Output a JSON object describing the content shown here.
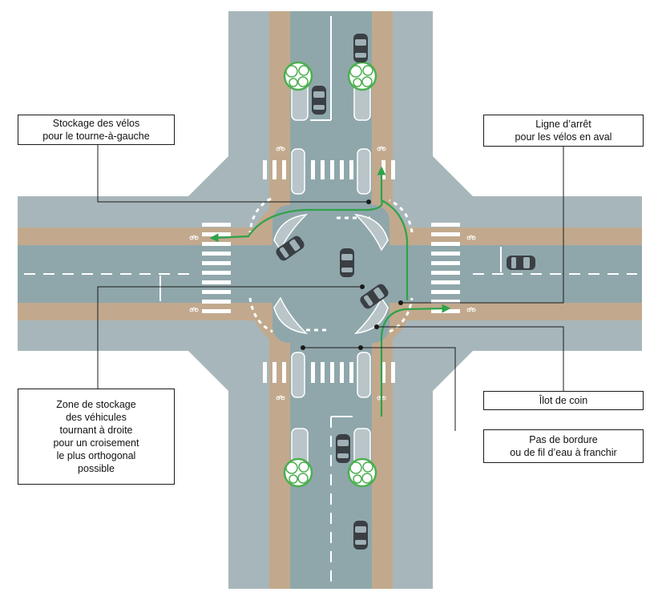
{
  "callouts": {
    "left_turn_storage": {
      "lines": [
        "Stockage des vélos",
        "pour le tourne-à-gauche"
      ]
    },
    "stop_line": {
      "lines": [
        "Ligne d’arrêt",
        "pour les vélos en aval"
      ]
    },
    "vehicle_storage": {
      "lines": [
        "Zone de stockage",
        "des véhicules",
        "tournant à droite",
        "pour un croisement",
        "le plus orthogonal",
        "possible"
      ]
    },
    "corner_island": {
      "lines": [
        "Îlot de coin"
      ]
    },
    "curb": {
      "lines": [
        "Pas de bordure",
        "ou de fil d’eau à franchir"
      ]
    }
  },
  "colors": {
    "sidewalk": "#a7b6ba",
    "roadway": "#8fa7ab",
    "bike_lane": "#c2a98d",
    "lane_marking": "#ffffff",
    "island": "#b9c5c8",
    "bike_path_arrow": "#2ea34a",
    "leader_line": "#1a1a1a",
    "car": "#3a3f44",
    "tree": "#4caf50"
  },
  "icons": [
    "bicycle-icon",
    "car-icon",
    "tree-icon",
    "arrow-icon"
  ]
}
